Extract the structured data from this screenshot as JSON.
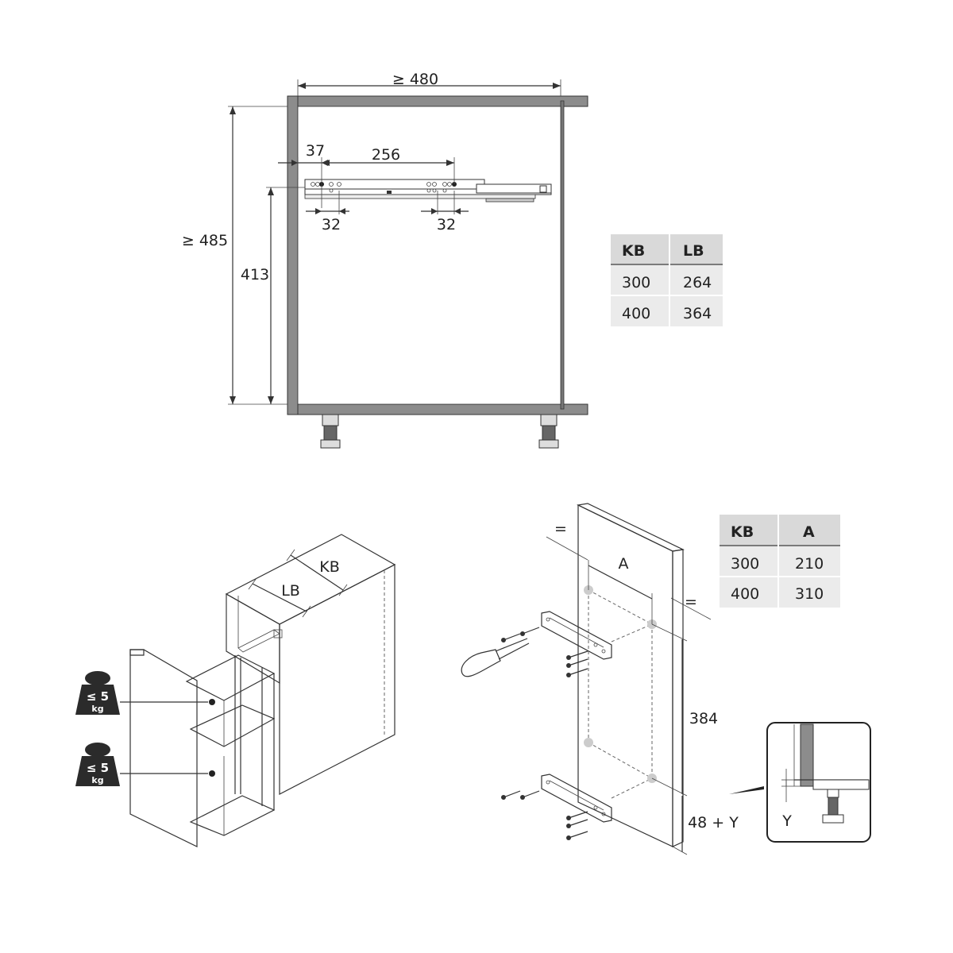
{
  "top_view": {
    "width_label": "≥ 480",
    "height_label": "≥ 485",
    "rail_height_label": "413",
    "offset_label": "37",
    "spacing_label": "256",
    "hole_pitch_left": "32",
    "hole_pitch_right": "32"
  },
  "table_kb_lb": {
    "headers": [
      "KB",
      "LB"
    ],
    "rows": [
      [
        "300",
        "264"
      ],
      [
        "400",
        "364"
      ]
    ]
  },
  "table_kb_a": {
    "headers": [
      "KB",
      "A"
    ],
    "rows": [
      [
        "300",
        "210"
      ],
      [
        "400",
        "310"
      ]
    ]
  },
  "iso_view": {
    "lb_label": "LB",
    "kb_label": "KB",
    "load_top": {
      "value": "≤ 5",
      "unit": "kg"
    },
    "load_bottom": {
      "value": "≤ 5",
      "unit": "kg"
    }
  },
  "front_panel": {
    "equal_left": "=",
    "equal_right": "=",
    "a_label": "A",
    "spacing_label": "384",
    "bottom_label": "48 + Y",
    "detail_label": "Y"
  },
  "colors": {
    "cabinet_gray": "#8c8c8c",
    "table_header_bg": "#d9d9d9",
    "table_row_bg": "#ebebeb",
    "line": "#333333"
  }
}
